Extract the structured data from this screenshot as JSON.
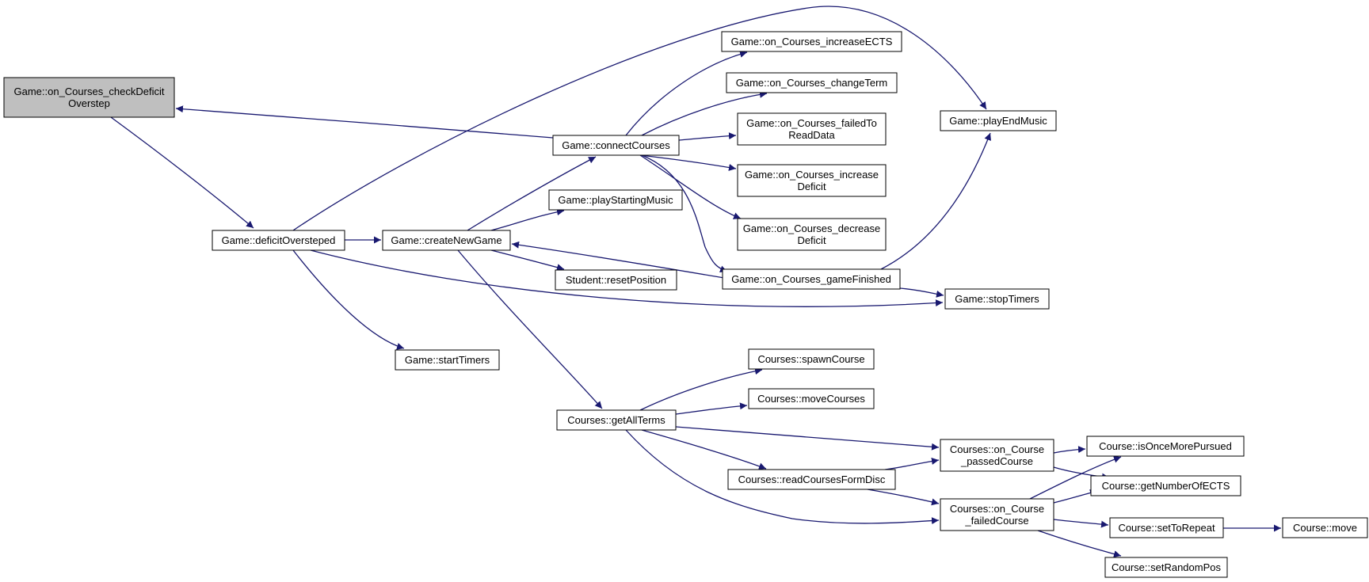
{
  "colors": {
    "edge": "#191970",
    "node_fill": "#ffffff",
    "node_stroke": "#000000",
    "root_fill": "#bfbfbf"
  },
  "nodes": [
    {
      "id": "checkDeficit",
      "lines": [
        "Game::on_Courses_checkDeficit",
        "Overstep"
      ],
      "root": true
    },
    {
      "id": "deficitOversteped",
      "lines": [
        "Game::deficitOversteped"
      ]
    },
    {
      "id": "createNewGame",
      "lines": [
        "Game::createNewGame"
      ]
    },
    {
      "id": "startTimers",
      "lines": [
        "Game::startTimers"
      ]
    },
    {
      "id": "connectCourses",
      "lines": [
        "Game::connectCourses"
      ]
    },
    {
      "id": "playStartingMusic",
      "lines": [
        "Game::playStartingMusic"
      ]
    },
    {
      "id": "resetPosition",
      "lines": [
        "Student::resetPosition"
      ]
    },
    {
      "id": "getAllTerms",
      "lines": [
        "Courses::getAllTerms"
      ]
    },
    {
      "id": "increaseECTS",
      "lines": [
        "Game::on_Courses_increaseECTS"
      ]
    },
    {
      "id": "changeTerm",
      "lines": [
        "Game::on_Courses_changeTerm"
      ]
    },
    {
      "id": "failedToReadData",
      "lines": [
        "Game::on_Courses_failedTo",
        "ReadData"
      ]
    },
    {
      "id": "increaseDeficit",
      "lines": [
        "Game::on_Courses_increase",
        "Deficit"
      ]
    },
    {
      "id": "decreaseDeficit",
      "lines": [
        "Game::on_Courses_decrease",
        "Deficit"
      ]
    },
    {
      "id": "gameFinished",
      "lines": [
        "Game::on_Courses_gameFinished"
      ]
    },
    {
      "id": "playEndMusic",
      "lines": [
        "Game::playEndMusic"
      ]
    },
    {
      "id": "stopTimers",
      "lines": [
        "Game::stopTimers"
      ]
    },
    {
      "id": "spawnCourse",
      "lines": [
        "Courses::spawnCourse"
      ]
    },
    {
      "id": "moveCourses",
      "lines": [
        "Courses::moveCourses"
      ]
    },
    {
      "id": "readCoursesFormDisc",
      "lines": [
        "Courses::readCoursesFormDisc"
      ]
    },
    {
      "id": "passedCourse",
      "lines": [
        "Courses::on_Course",
        "_passedCourse"
      ]
    },
    {
      "id": "failedCourse",
      "lines": [
        "Courses::on_Course",
        "_failedCourse"
      ]
    },
    {
      "id": "isOnceMorePursued",
      "lines": [
        "Course::isOnceMorePursued"
      ]
    },
    {
      "id": "getNumberOfECTS",
      "lines": [
        "Course::getNumberOfECTS"
      ]
    },
    {
      "id": "setToRepeat",
      "lines": [
        "Course::setToRepeat"
      ]
    },
    {
      "id": "setRandomPos",
      "lines": [
        "Course::setRandomPos"
      ]
    },
    {
      "id": "move",
      "lines": [
        "Course::move"
      ]
    }
  ],
  "edges": [
    {
      "from": "checkDeficit",
      "to": "deficitOversteped"
    },
    {
      "from": "connectCourses",
      "to": "checkDeficit"
    },
    {
      "from": "deficitOversteped",
      "to": "createNewGame"
    },
    {
      "from": "deficitOversteped",
      "to": "playEndMusic"
    },
    {
      "from": "deficitOversteped",
      "to": "startTimers"
    },
    {
      "from": "deficitOversteped",
      "to": "stopTimers"
    },
    {
      "from": "createNewGame",
      "to": "connectCourses"
    },
    {
      "from": "createNewGame",
      "to": "playStartingMusic"
    },
    {
      "from": "createNewGame",
      "to": "resetPosition"
    },
    {
      "from": "createNewGame",
      "to": "getAllTerms"
    },
    {
      "from": "connectCourses",
      "to": "increaseECTS"
    },
    {
      "from": "connectCourses",
      "to": "changeTerm"
    },
    {
      "from": "connectCourses",
      "to": "failedToReadData"
    },
    {
      "from": "connectCourses",
      "to": "increaseDeficit"
    },
    {
      "from": "connectCourses",
      "to": "decreaseDeficit"
    },
    {
      "from": "connectCourses",
      "to": "gameFinished"
    },
    {
      "from": "gameFinished",
      "to": "createNewGame"
    },
    {
      "from": "gameFinished",
      "to": "playEndMusic"
    },
    {
      "from": "gameFinished",
      "to": "stopTimers"
    },
    {
      "from": "getAllTerms",
      "to": "spawnCourse"
    },
    {
      "from": "getAllTerms",
      "to": "moveCourses"
    },
    {
      "from": "getAllTerms",
      "to": "passedCourse"
    },
    {
      "from": "getAllTerms",
      "to": "readCoursesFormDisc"
    },
    {
      "from": "getAllTerms",
      "to": "failedCourse"
    },
    {
      "from": "readCoursesFormDisc",
      "to": "passedCourse"
    },
    {
      "from": "readCoursesFormDisc",
      "to": "failedCourse"
    },
    {
      "from": "passedCourse",
      "to": "isOnceMorePursued"
    },
    {
      "from": "passedCourse",
      "to": "getNumberOfECTS"
    },
    {
      "from": "failedCourse",
      "to": "isOnceMorePursued"
    },
    {
      "from": "failedCourse",
      "to": "getNumberOfECTS"
    },
    {
      "from": "failedCourse",
      "to": "setToRepeat"
    },
    {
      "from": "failedCourse",
      "to": "setRandomPos"
    },
    {
      "from": "setToRepeat",
      "to": "move"
    }
  ]
}
